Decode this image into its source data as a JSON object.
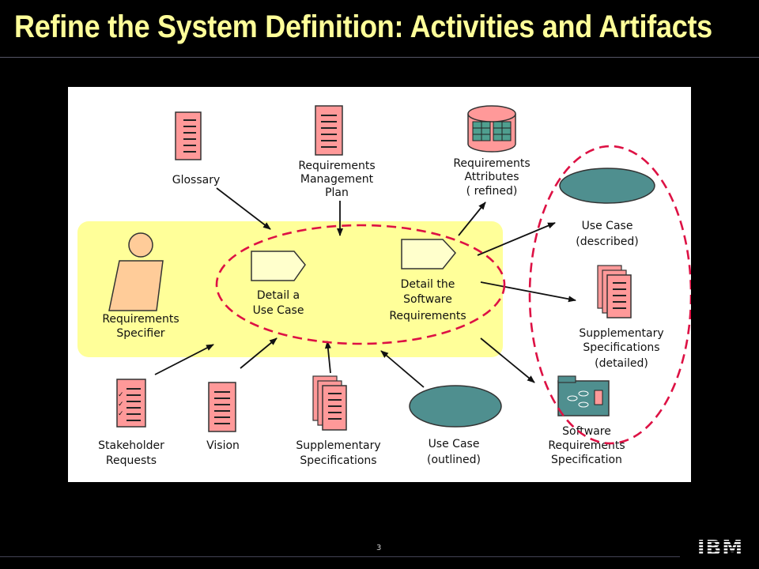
{
  "slide": {
    "title": "Refine the System Definition: Activities and Artifacts",
    "page_number": "3",
    "logo_text": "IBM"
  },
  "diagram": {
    "role": [
      "Requirements",
      "Specifier"
    ],
    "activities": {
      "detail_use_case": [
        "Detail a",
        "Use Case"
      ],
      "detail_software_reqs": [
        "Detail the",
        "Software",
        "Requirements"
      ]
    },
    "inputs": {
      "glossary": [
        "Glossary"
      ],
      "req_mgmt_plan": [
        "Requirements",
        "Management",
        "Plan"
      ],
      "stakeholder_requests": [
        "Stakeholder",
        "Requests"
      ],
      "vision": [
        "Vision"
      ],
      "supp_specs_input": [
        "Supplementary",
        "Specifications"
      ],
      "use_case_outlined": [
        "Use Case",
        "(outlined)"
      ]
    },
    "outputs": {
      "req_attributes": [
        "Requirements",
        "Attributes",
        "( refined)"
      ],
      "use_case_described": [
        "Use Case",
        "(described)"
      ],
      "supp_specs_detailed": [
        "Supplementary",
        "Specifications",
        "(detailed)"
      ],
      "srs": [
        "Software",
        "Requirements",
        "Specification"
      ]
    },
    "colors": {
      "swimlane": "#ffff99",
      "document": "#ff9999",
      "activity": "#ffffcc",
      "use_case": "#4f8f8f",
      "dashed_highlight": "#dd1144",
      "title": "#ffff99"
    }
  }
}
